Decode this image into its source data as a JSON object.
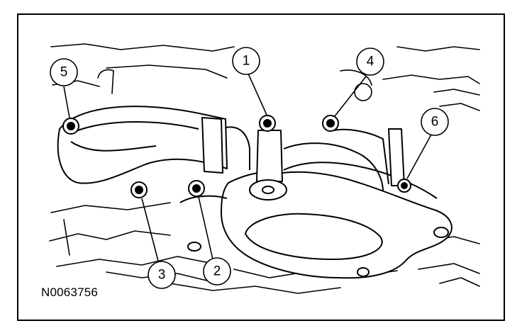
{
  "figure": {
    "id_label": "N0063756",
    "callouts": [
      {
        "key": "c1",
        "label": "1"
      },
      {
        "key": "c2",
        "label": "2"
      },
      {
        "key": "c3",
        "label": "3"
      },
      {
        "key": "c4",
        "label": "4"
      },
      {
        "key": "c5",
        "label": "5"
      },
      {
        "key": "c6",
        "label": "6"
      }
    ]
  },
  "colors": {
    "line": "#000000",
    "background": "#ffffff"
  }
}
